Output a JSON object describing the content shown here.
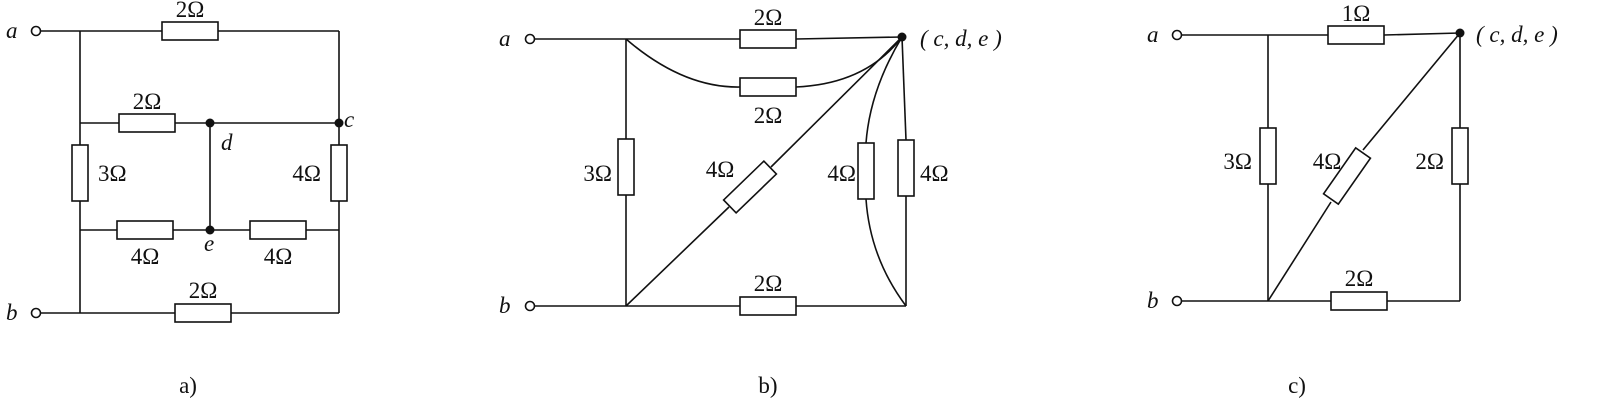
{
  "figures": [
    {
      "caption": "a)",
      "terminals": [
        "a",
        "b"
      ],
      "node_labels": [
        "c",
        "d",
        "e"
      ],
      "resistors": [
        "2Ω",
        "2Ω",
        "3Ω",
        "4Ω",
        "4Ω",
        "4Ω",
        "2Ω"
      ]
    },
    {
      "caption": "b)",
      "terminals": [
        "a",
        "b"
      ],
      "node_label": "( c, d, e )",
      "resistors": [
        "2Ω",
        "2Ω",
        "3Ω",
        "4Ω",
        "4Ω",
        "4Ω",
        "2Ω"
      ]
    },
    {
      "caption": "c)",
      "terminals": [
        "a",
        "b"
      ],
      "node_label": "( c, d, e )",
      "resistors": [
        "1Ω",
        "3Ω",
        "4Ω",
        "2Ω",
        "2Ω"
      ]
    }
  ]
}
